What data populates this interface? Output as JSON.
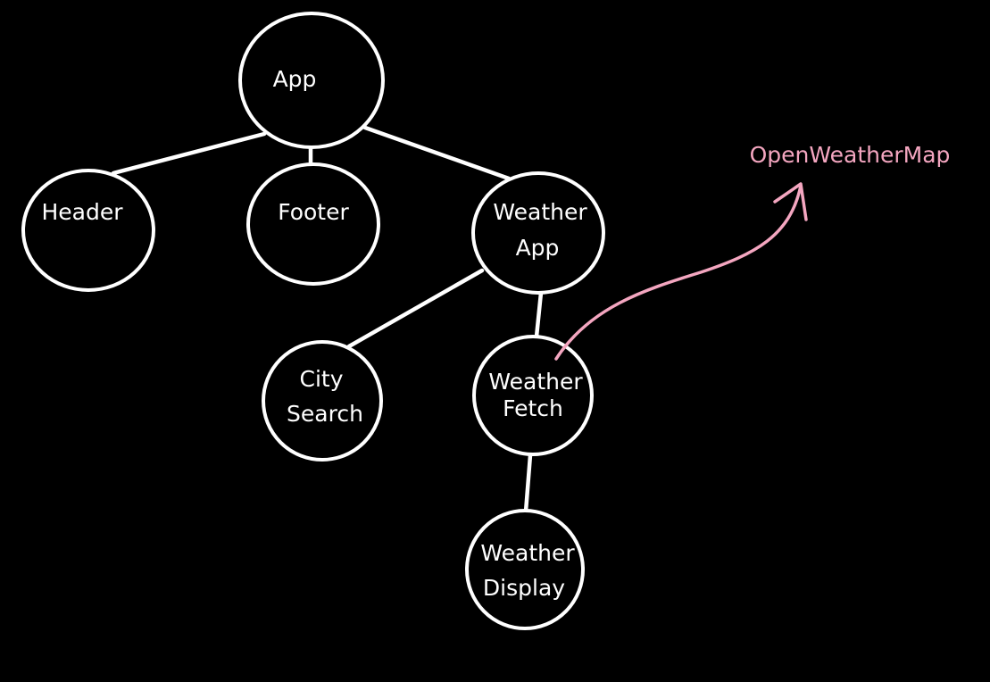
{
  "nodes": {
    "app": "App",
    "header": "Header",
    "footer": "Footer",
    "weather_app": [
      "Weather",
      "App"
    ],
    "city_search": [
      "City",
      "Search"
    ],
    "weather_fetch": [
      "Weather",
      "Fetch"
    ],
    "weather_display": [
      "Weather",
      "Display"
    ]
  },
  "external": {
    "label": "OpenWeatherMap",
    "color": "#f4a6c0"
  },
  "colors": {
    "background": "#000000",
    "stroke": "#ffffff",
    "text": "#ffffff"
  }
}
